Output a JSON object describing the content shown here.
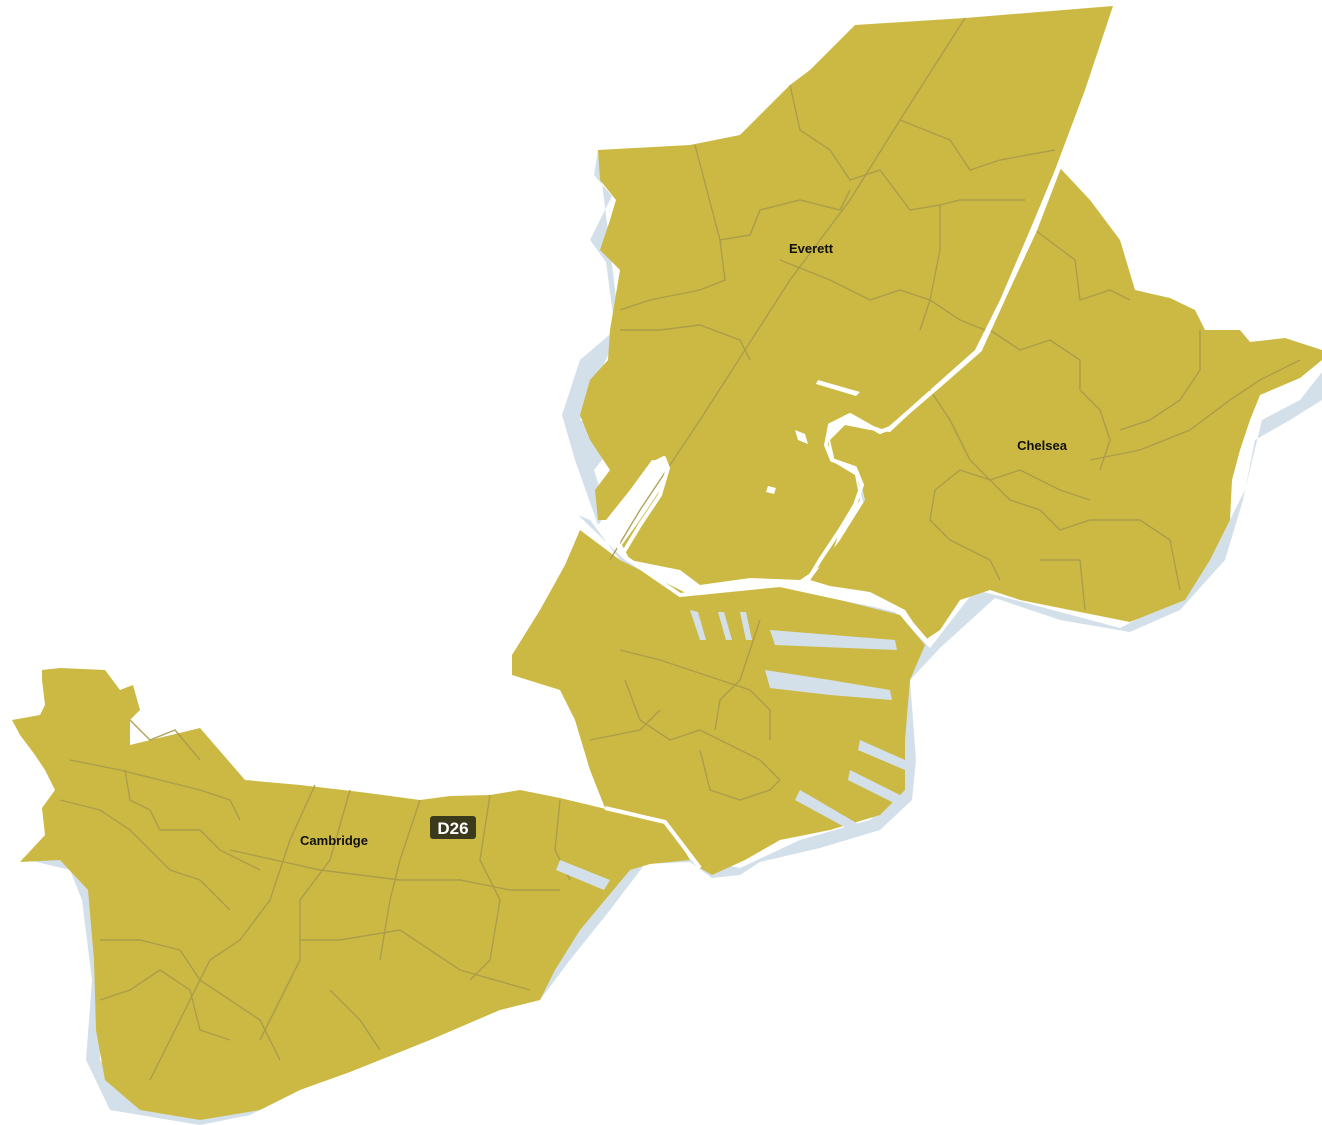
{
  "map": {
    "colors": {
      "district_fill": "#CBB944",
      "precinct_line": "#A99A4A",
      "water": "#D3E0EA",
      "boundary": "#FFFFFF",
      "background": "#FFFFFF",
      "badge_bg": "#3B3A1C",
      "badge_text": "#FFFFFF"
    },
    "district_badge": "D26",
    "places": [
      {
        "name": "Everett"
      },
      {
        "name": "Chelsea"
      },
      {
        "name": "Cambridge"
      }
    ]
  }
}
